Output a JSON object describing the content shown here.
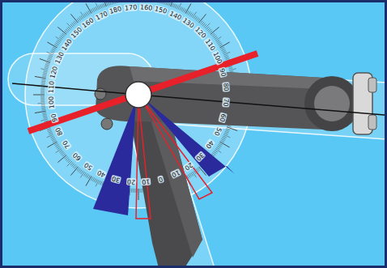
{
  "diagram": {
    "labels": [
      "180",
      "170",
      "160",
      "150",
      "140",
      "130",
      "120",
      "110",
      "100",
      "90",
      "80",
      "70",
      "60",
      "50",
      "40",
      "30",
      "20",
      "10",
      "0",
      "10",
      "20",
      "30",
      "40",
      "50",
      "60",
      "70",
      "80",
      "90",
      "100",
      "110",
      "120",
      "130",
      "140",
      "150",
      "160",
      "170"
    ]
  }
}
